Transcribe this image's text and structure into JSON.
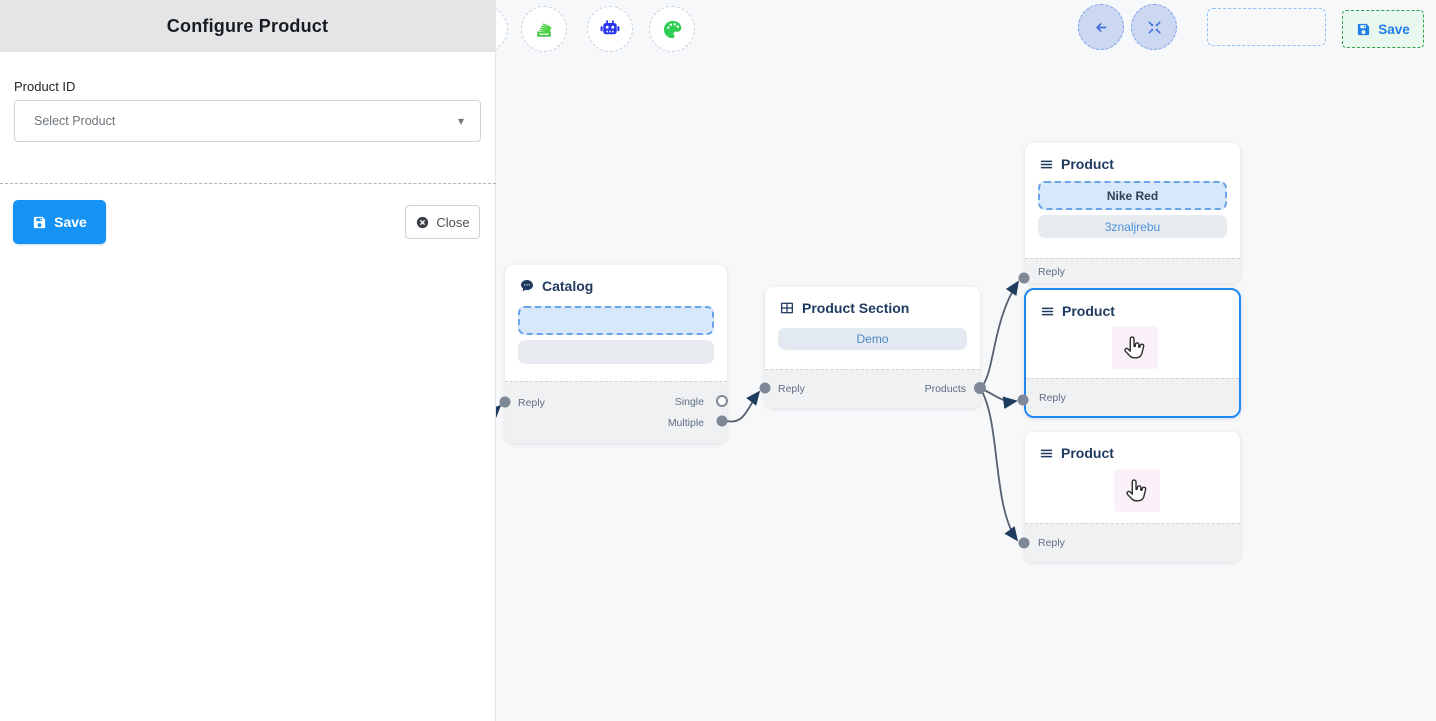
{
  "panel": {
    "title": "Configure Product",
    "product_id_label": "Product ID",
    "select_placeholder": "Select Product",
    "save_label": "Save",
    "close_label": "Close"
  },
  "toolbar": {
    "icons": [
      "stack-icon",
      "robot-icon",
      "palette-icon"
    ]
  },
  "top_actions": {
    "back_icon": "back-arrow-icon",
    "fit_view_icon": "fit-view-icon",
    "save_label": "Save"
  },
  "glyphs": {
    "chevron_down": "▾"
  },
  "nodes": {
    "catalog": {
      "title": "Catalog",
      "reply": "Reply",
      "single": "Single",
      "multiple": "Multiple"
    },
    "product_section": {
      "title": "Product Section",
      "value": "Demo",
      "reply": "Reply",
      "products": "Products"
    },
    "product_a": {
      "title": "Product",
      "value1": "Nike Red",
      "value2": "3znaljrebu",
      "reply": "Reply"
    },
    "product_b": {
      "title": "Product",
      "reply": "Reply"
    },
    "product_c": {
      "title": "Product",
      "reply": "Reply"
    }
  },
  "colors": {
    "primary_blue": "#1593f4",
    "selected_node_border": "#1e88f5",
    "link_blue": "#4a90d9",
    "green_accent": "#2da44e",
    "edge": "#566173",
    "arrow": "#1d3c5e"
  }
}
